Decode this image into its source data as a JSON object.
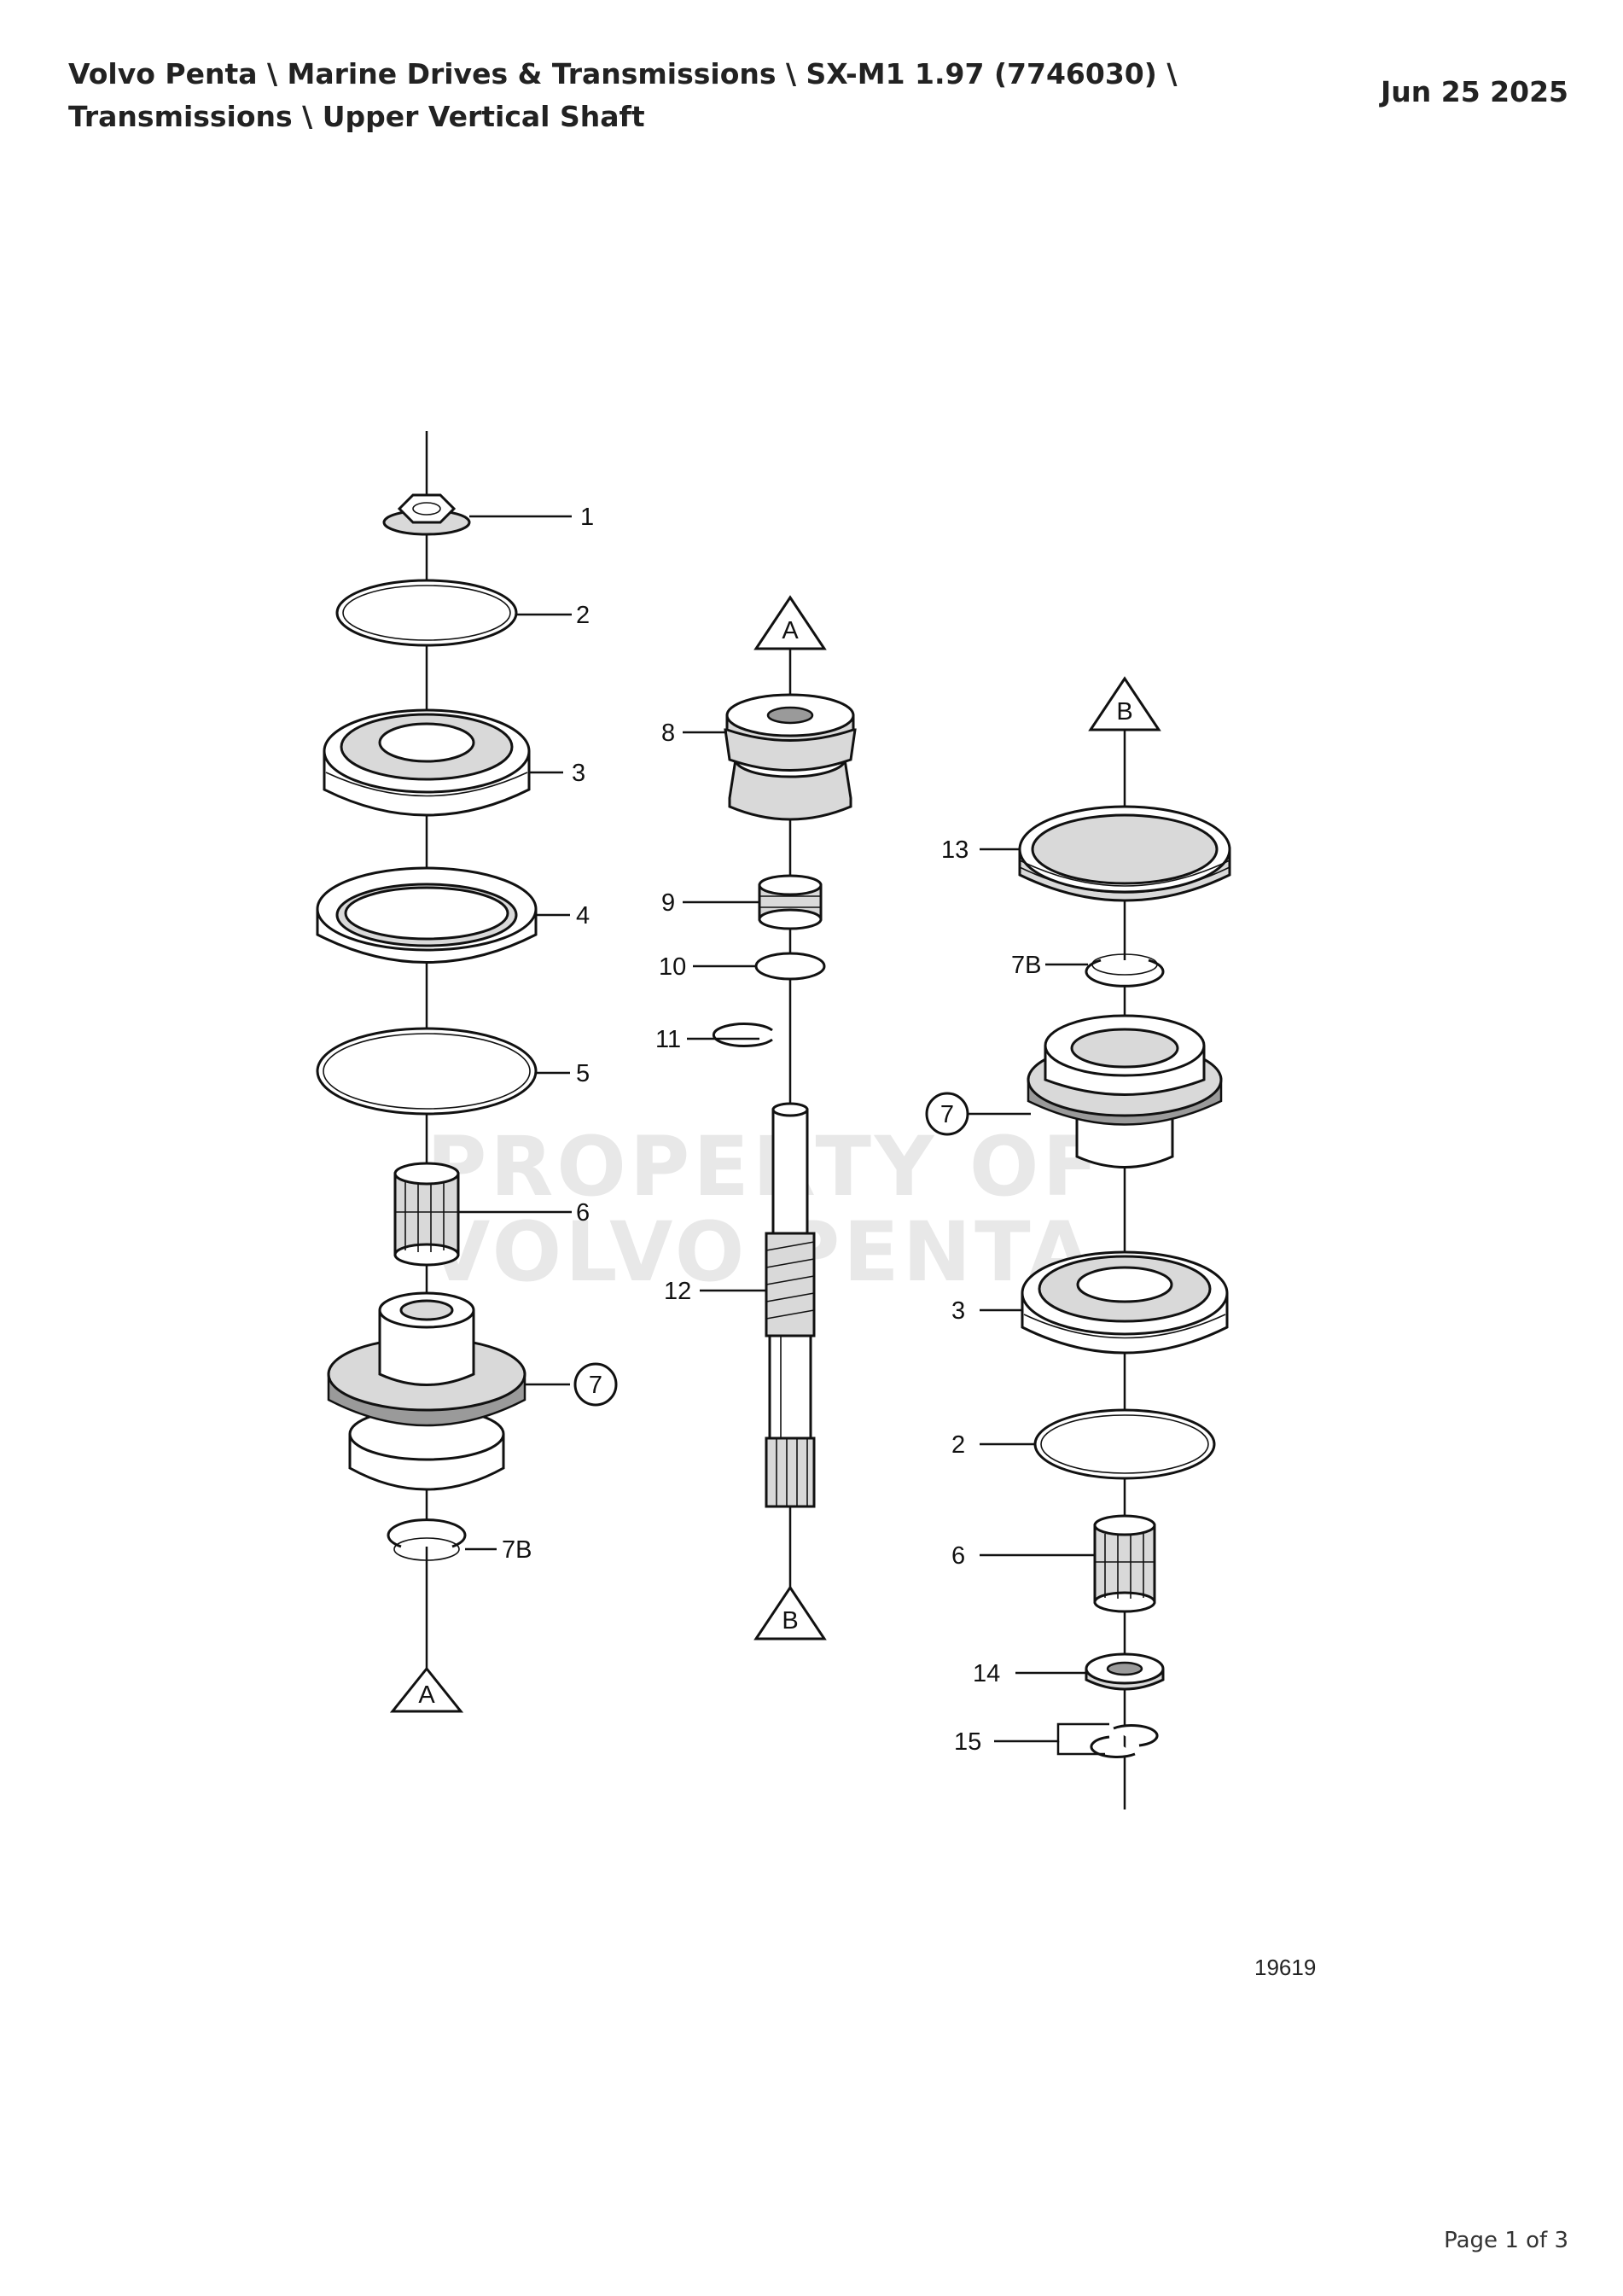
{
  "header": {
    "breadcrumb_line1": "Volvo Penta \\ Marine Drives & Transmissions \\ SX-M1 1.97 (7746030) \\",
    "breadcrumb_line2": "Transmissions \\ Upper Vertical Shaft",
    "date": "Jun 25 2025"
  },
  "watermark": {
    "line1": "PROPERTY OF",
    "line2": "VOLVO PENTA"
  },
  "diagram": {
    "refs": {
      "A_top": "A",
      "B_bottom": "B",
      "B_top": "B",
      "A_bottom": "A"
    },
    "left_column": {
      "labels": [
        "1",
        "2",
        "3",
        "4",
        "5",
        "6",
        "7",
        "7B"
      ]
    },
    "middle_column": {
      "labels": [
        "8",
        "9",
        "10",
        "11",
        "12"
      ]
    },
    "right_column": {
      "labels": [
        "13",
        "7B",
        "7",
        "3",
        "2",
        "6",
        "14",
        "15"
      ]
    }
  },
  "footer": {
    "figure_id": "19619",
    "page": "Page 1 of 3"
  }
}
